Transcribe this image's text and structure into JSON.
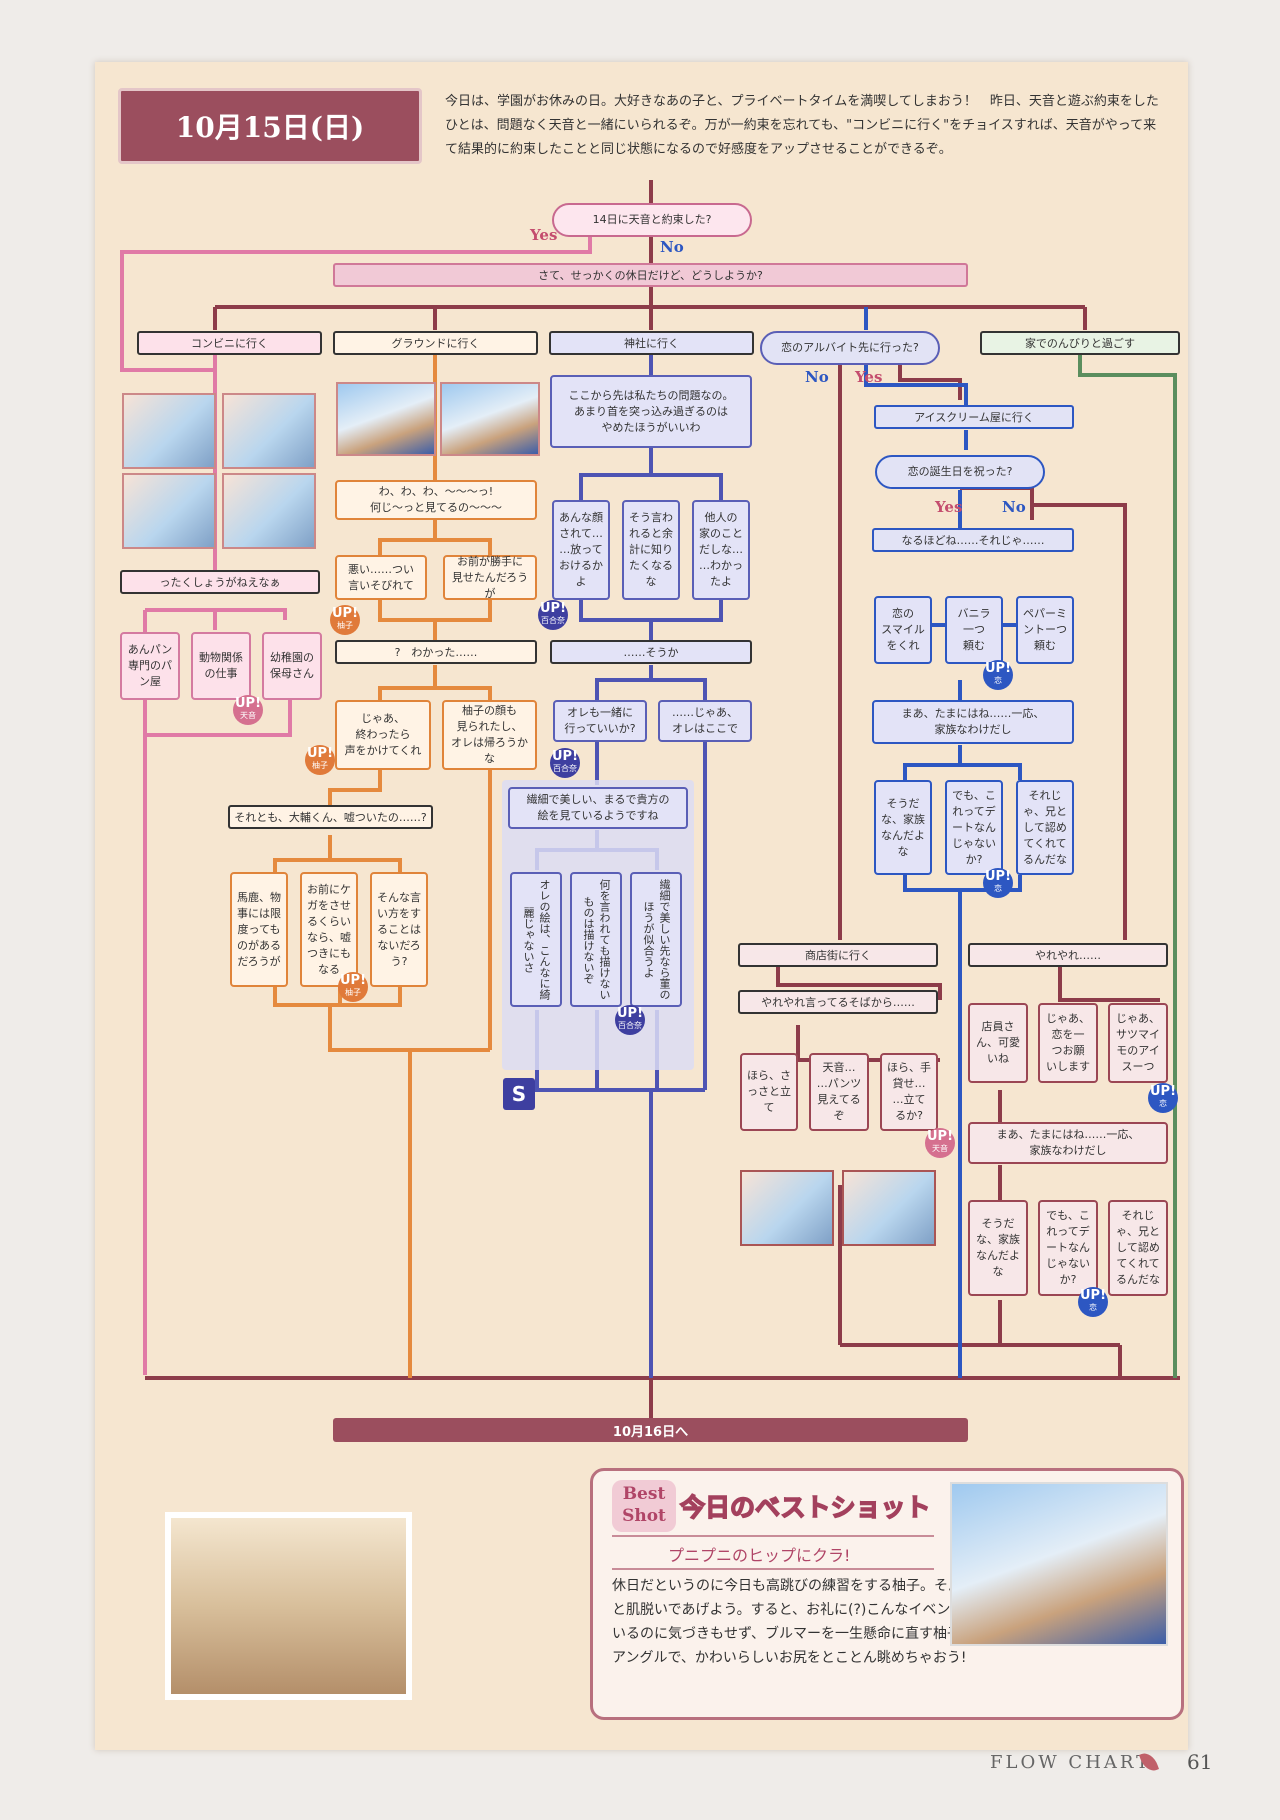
{
  "header": {
    "date": "10月15日(日)",
    "intro": "今日は、学園がお休みの日。大好きなあの子と、プライベートタイムを満喫してしまおう！　昨日、天音と遊ぶ約束をしたひとは、問題なく天音と一緒にいられるぞ。万が一約束を忘れても、\"コンビニに行く\"をチョイスすれば、天音がやって来て結果的に約束したことと同じ状態になるので好感度をアップさせることができるぞ。"
  },
  "flow": {
    "q1": "14日に天音と約束した?",
    "yes": "Yes",
    "no": "No",
    "main": "さて、せっかくの休日だけど、どうしようか?",
    "choices": [
      "コンビニに行く",
      "グラウンドに行く",
      "神社に行く",
      "恋のアルバイト先に行った?",
      "家でのんびりと過ごす"
    ],
    "konbini": {
      "line": "ったくしょうがねえなぁ",
      "opts": [
        "あんパン専門のパン屋",
        "動物関係の仕事",
        "幼稚園の保母さん"
      ]
    },
    "ground": {
      "n1": "わ、わ、わ、〜〜〜っ!\n何じ〜っと見てるの〜〜〜",
      "opts1": [
        "悪い……つい\n言いそびれて",
        "お前が勝手に\n見せたんだろうが"
      ],
      "n2": "?　わかった……",
      "opts2": [
        "じゃあ、\n終わったら\n声をかけてくれ",
        "柚子の顔も\n見られたし、\nオレは帰ろうかな"
      ],
      "n3": "それとも、大輔くん、嘘ついたの……?",
      "opts3": [
        "馬鹿、物事には限度ってものがあるだろうが",
        "お前にケガをさせるくらいなら、嘘つきにもなる",
        "そんな言い方をすることはないだろう?"
      ]
    },
    "shrine": {
      "n1": "ここから先は私たちの問題なの。\nあまり首を突っ込み過ぎるのは\nやめたほうがいいわ",
      "opts1": [
        "あんな顔されて…\n…放って\nおけるか\nよ",
        "そう言わ\nれると余\n計に知り\nたくなる\nな",
        "他人の\n家のこと\nだしな…\n…わかっ\nたよ"
      ],
      "n2": "……そうか",
      "opts2": [
        "オレも一緒に\n行っていいか?",
        "……じゃあ、\nオレはここで"
      ],
      "n3": "繊細で美しい、まるで貴方の\n絵を見ているようですね",
      "opts3": [
        "オレの絵は、こんなに綺麗じゃないさ",
        "何を言われても描けないものは描けないぞ",
        "繊細で美しい先なら菫のほうが似合うよ"
      ],
      "s": "S"
    },
    "ren": {
      "yes_branch": "アイスクリーム屋に行く",
      "q2": "恋の誕生日を祝った?",
      "n1": "なるほどね……それじゃ……",
      "opts1": [
        "恋の\nスマイル\nをくれ",
        "バニラ\n一つ\n頼む",
        "ペパーミ\nントーつ\n頼む"
      ],
      "n2": "まあ、たまにはね……一応、\n家族なわけだし",
      "opts2": [
        "そうだ\nな、家族\nなんだよ\nな",
        "でも、こ\nれってデ\nートなん\nじゃない\nか?",
        "それじ\nゃ、兄と\nして認め\nてくれて\nるんだな"
      ],
      "no_branch": "商店街に行く",
      "n3": "やれやれ言ってるそばから……",
      "opts3": [
        "ほら、さ\nっさと立\nて",
        "天音…\n…パンツ\n見えてる\nぞ",
        "ほら、手\n貸せ…\n…立て\nるか?"
      ],
      "no2": "やれやれ……",
      "opts4": [
        "店員さ\nん、可愛\nいね",
        "じゃあ、\n恋を一\nつお願\nいします",
        "じゃあ、\nサツマイ\nモのアイ\nスーつ"
      ],
      "n4": "まあ、たまにはね……一応、\n家族なわけだし",
      "opts5": [
        "そうだ\nな、家族\nなんだよ\nな",
        "でも、こ\nれってデ\nートなん\nじゃない\nか?",
        "それじ\nゃ、兄と\nして認め\nてくれて\nるんだな"
      ]
    },
    "end": "10月16日へ"
  },
  "ups": {
    "label": "UP!",
    "amane": "天音",
    "yuzu": "柚子",
    "yuri": "百合奈",
    "ren": "恋"
  },
  "bestshot": {
    "badge_top": "Best",
    "badge_bottom": "Shot",
    "title": "今日のベストショット",
    "subtitle": "プニプニのヒップにクラ!",
    "body": "休日だというのに今日も高跳びの練習をする柚子。そんながんばり屋の彼女のためにひと肌脱いであげよう。すると、お礼に(?)こんなイベントCGが回収できるぞ。見られているのに気づきもせず、ブルマーを一生懸命に直す柚子……。こうなったら、ベストなアングルで、かわいらしいお尻をとことん眺めちゃおう!"
  },
  "footer": {
    "label": "FLOW CHART",
    "page": "61"
  },
  "colors": {
    "pink": "#e07aa6",
    "orange": "#e58a3e",
    "purple": "#4e54b3",
    "blue": "#2d57c2",
    "maroon": "#8d3c4a",
    "green": "#5b8e5e"
  }
}
